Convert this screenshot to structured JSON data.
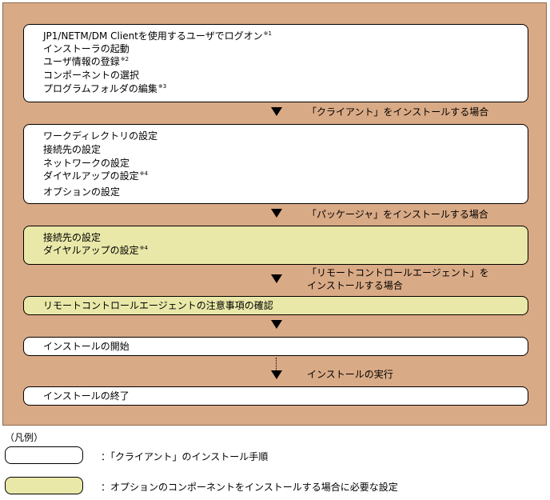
{
  "steps": {
    "group1": {
      "lines": [
        {
          "text": "JP1/NETM/DM Clientを使用するユーザでログオン",
          "sup": "※1"
        },
        {
          "text": "インストーラの起動",
          "sup": ""
        },
        {
          "text": "ユーザ情報の登録",
          "sup": "※2"
        },
        {
          "text": "コンポーネントの選択",
          "sup": ""
        },
        {
          "text": "プログラムフォルダの編集",
          "sup": "※3"
        }
      ]
    },
    "group2": {
      "lines": [
        {
          "text": "ワークディレクトリの設定",
          "sup": ""
        },
        {
          "text": "接続先の設定",
          "sup": ""
        },
        {
          "text": "ネットワークの設定",
          "sup": ""
        },
        {
          "text": "ダイヤルアップの設定",
          "sup": "※4"
        },
        {
          "text": "オプションの設定",
          "sup": ""
        }
      ]
    },
    "group3": {
      "lines": [
        {
          "text": "接続先の設定",
          "sup": ""
        },
        {
          "text": "ダイヤルアップの設定",
          "sup": "※4"
        }
      ]
    },
    "group4": {
      "text": "リモートコントロールエージェントの注意事項の確認"
    },
    "group5": {
      "text": "インストールの開始"
    },
    "group6": {
      "text": "インストールの終了"
    }
  },
  "conditions": {
    "c1": "「クライアント」をインストールする場合",
    "c2": "「パッケージャ」をインストールする場合",
    "c3_line1": "「リモートコントロールエージェント」を",
    "c3_line2": "インストールする場合",
    "c5": "インストールの実行"
  },
  "legend": {
    "title": "（凡例）",
    "white": "：「クライアント」のインストール手順",
    "yellow": "：オプションのコンポーネントをインストールする場合に必要な設定"
  },
  "colors": {
    "panel": "#d9aa86",
    "box_default": "#ffffff",
    "box_option": "#e9e8a8"
  }
}
